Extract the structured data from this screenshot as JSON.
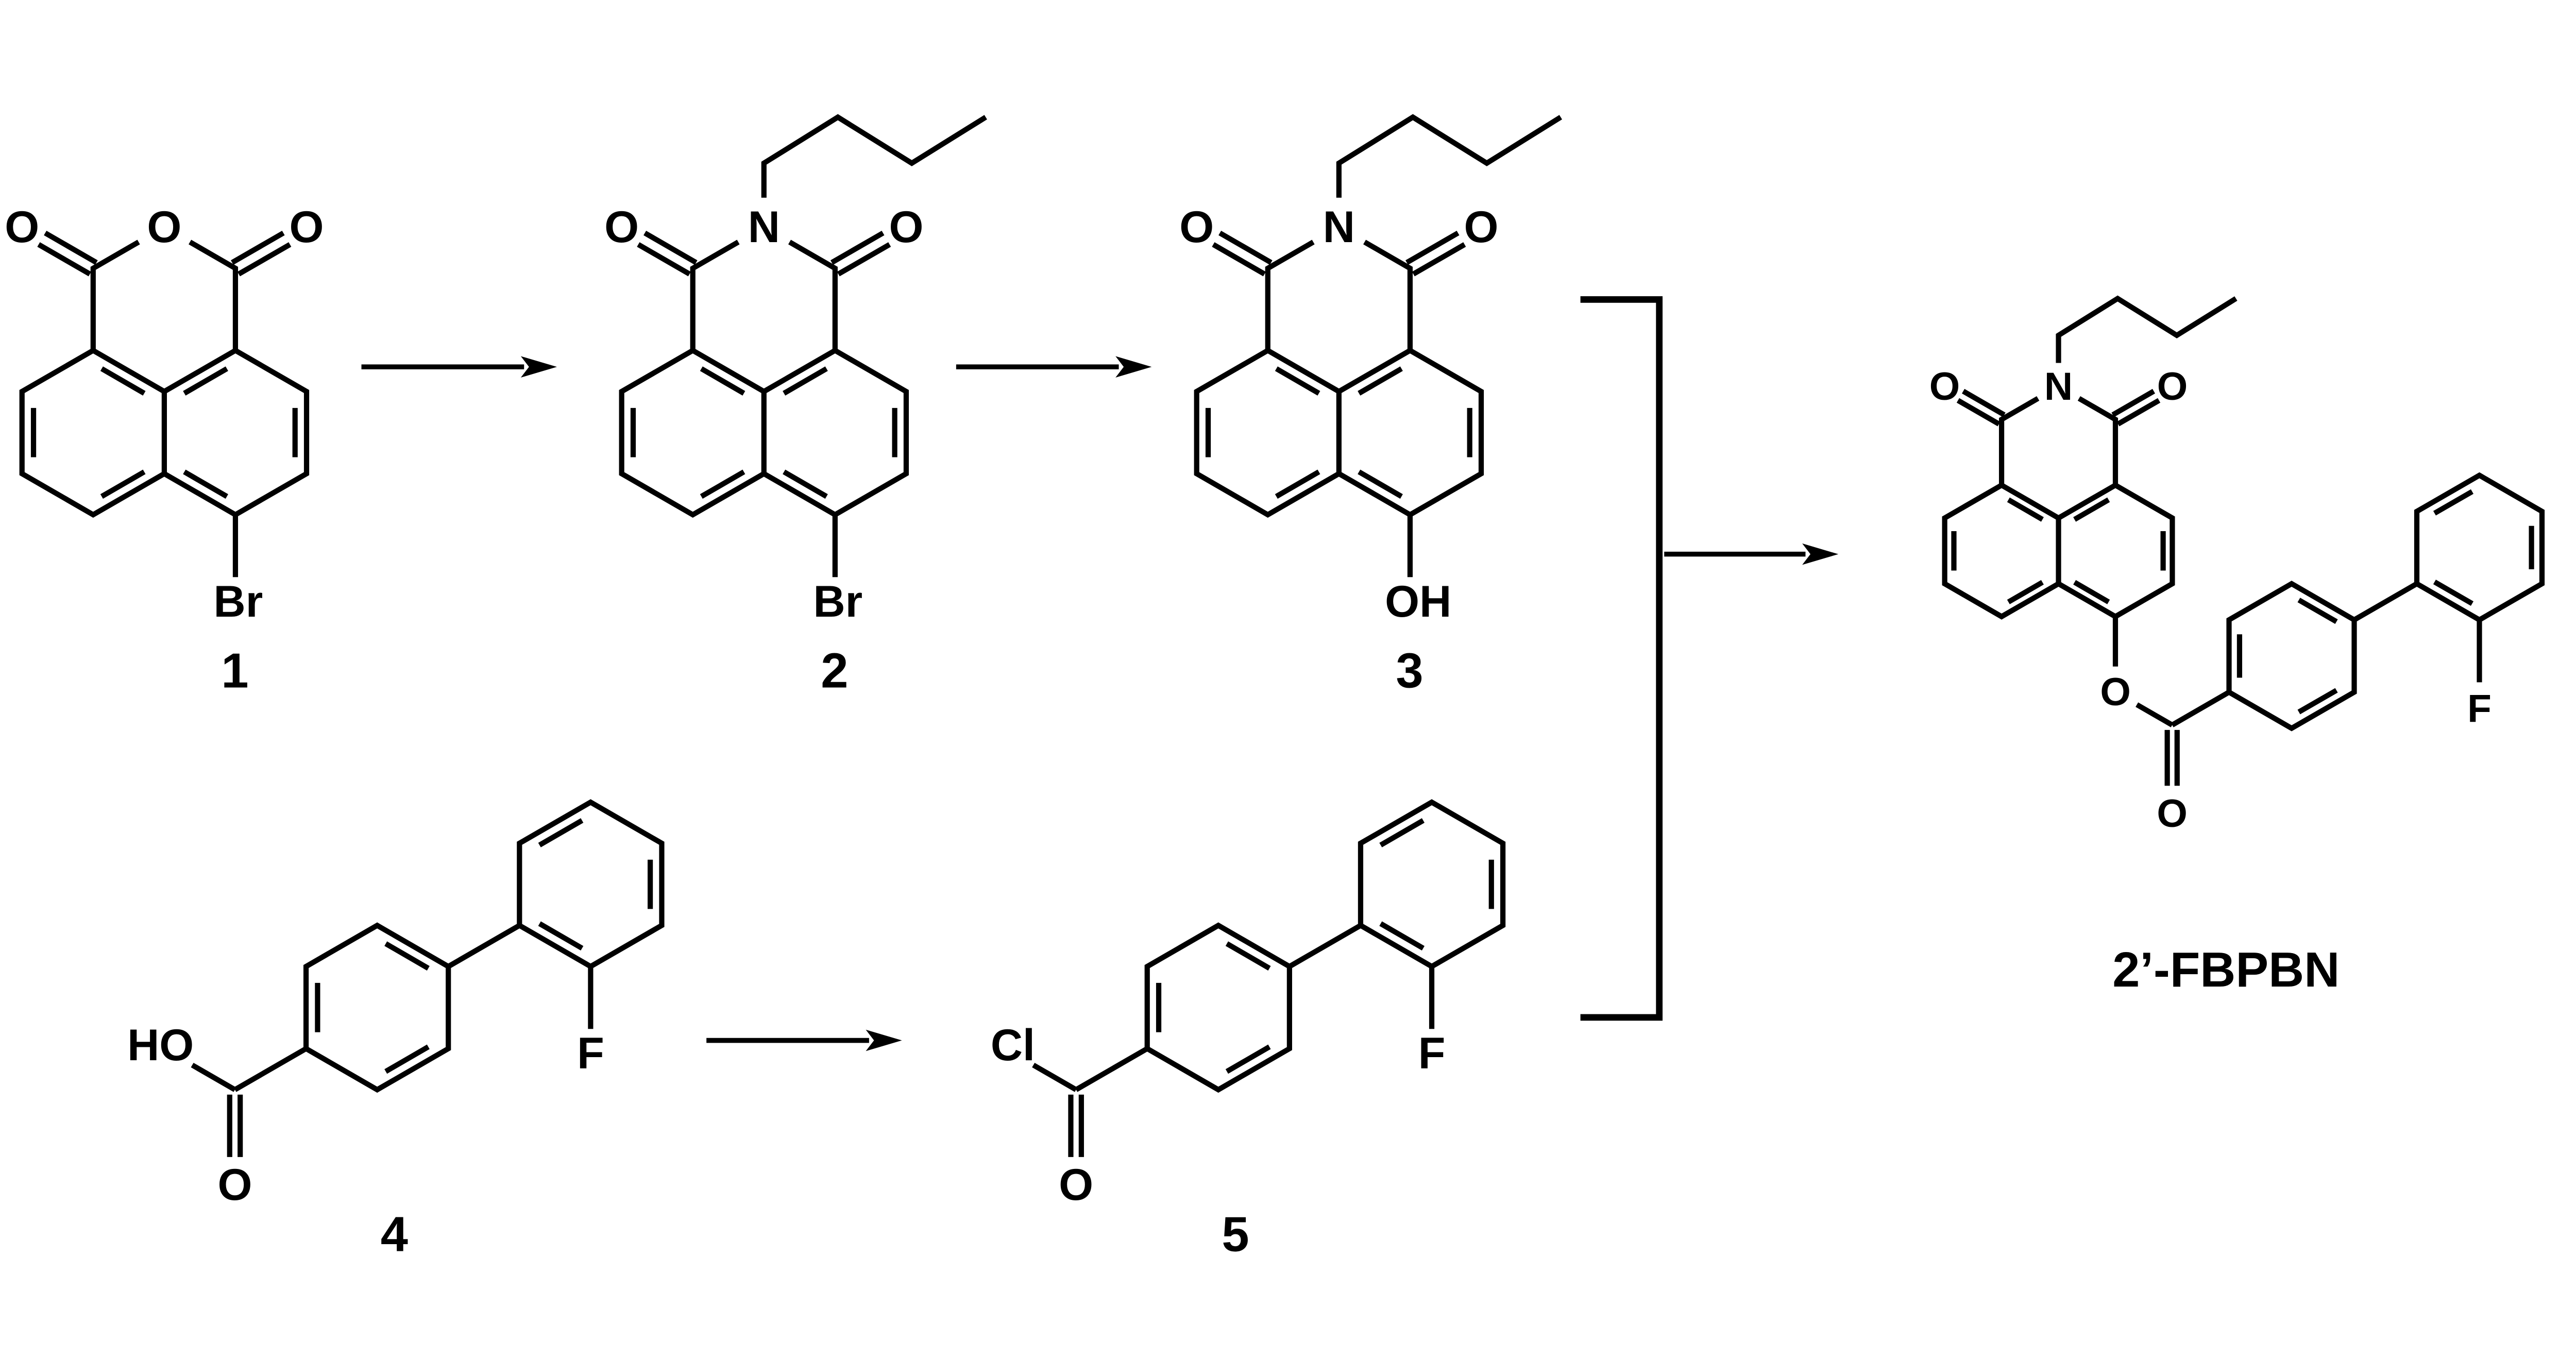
{
  "figure": {
    "type": "reaction-scheme",
    "background": "#ffffff",
    "line_color": "#000000",
    "compounds": [
      {
        "number": "1",
        "atoms": {
          "top": "O",
          "left_carbonyl": "O",
          "right_carbonyl": "O",
          "substituent": "Br"
        }
      },
      {
        "number": "2",
        "atoms": {
          "top": "N",
          "left_carbonyl": "O",
          "right_carbonyl": "O",
          "substituent": "Br"
        }
      },
      {
        "number": "3",
        "atoms": {
          "top": "N",
          "left_carbonyl": "O",
          "right_carbonyl": "O",
          "substituent": "OH"
        }
      },
      {
        "number": "4",
        "atoms": {
          "acid": "HO",
          "carbonyl": "O",
          "halogen": "F"
        }
      },
      {
        "number": "5",
        "atoms": {
          "acyl": "Cl",
          "carbonyl": "O",
          "halogen": "F"
        }
      },
      {
        "number": "2’-FBPBN",
        "atoms": {
          "imide_nitrogen": "N",
          "left_carbonyl": "O",
          "right_carbonyl": "O",
          "ester_oxygen": "O",
          "ester_carbonyl": "O",
          "halogen": "F"
        }
      }
    ]
  }
}
